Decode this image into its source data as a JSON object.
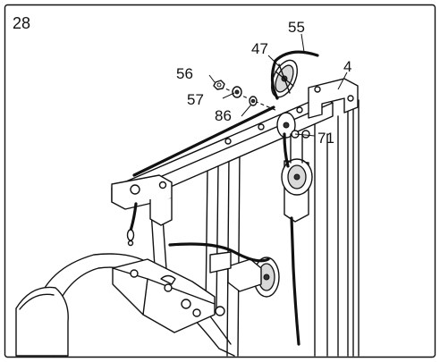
{
  "step": {
    "number": "28"
  },
  "callouts": [
    {
      "id": "55",
      "label": "55"
    },
    {
      "id": "47",
      "label": "47"
    },
    {
      "id": "4",
      "label": "4"
    },
    {
      "id": "56",
      "label": "56"
    },
    {
      "id": "57",
      "label": "57"
    },
    {
      "id": "86",
      "label": "86"
    },
    {
      "id": "71",
      "label": "71"
    }
  ]
}
